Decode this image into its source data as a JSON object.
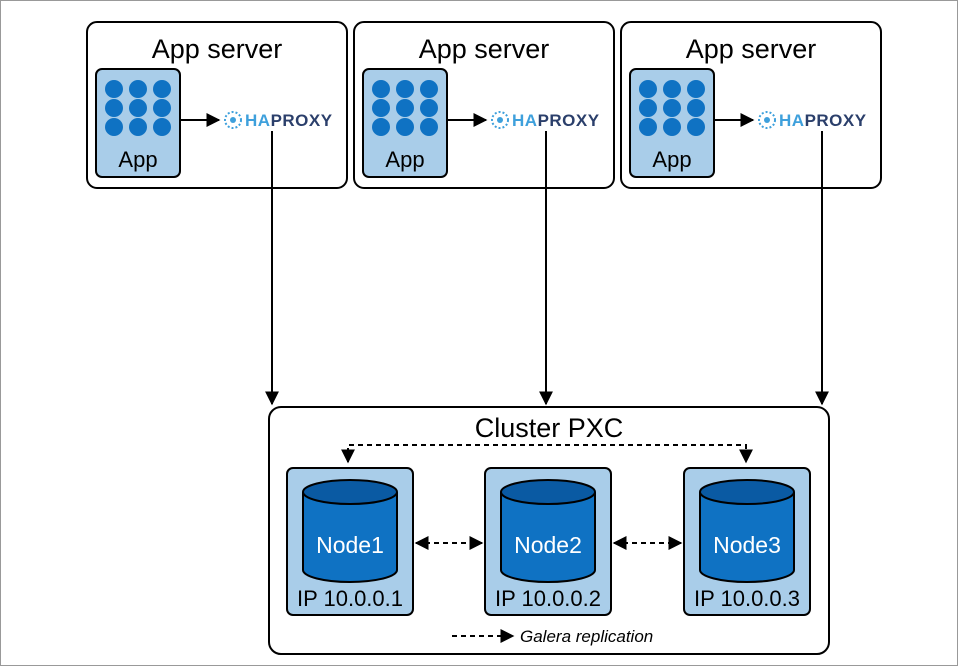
{
  "colors": {
    "box_fill": "#a9cde9",
    "dot": "#0f72c3",
    "cylinder": "#0f72c3",
    "cylinder_top": "#0a5aa3",
    "haproxy_ha": "#3ea0dc",
    "haproxy_proxy": "#2b3f6b",
    "line": "#000000"
  },
  "app_servers": [
    {
      "title": "App server",
      "app_label": "App",
      "proxy_ha": "HA",
      "proxy_rest": "PROXY",
      "app_icon": "app-grid-icon",
      "proxy_icon": "haproxy-logo-icon"
    },
    {
      "title": "App server",
      "app_label": "App",
      "proxy_ha": "HA",
      "proxy_rest": "PROXY",
      "app_icon": "app-grid-icon",
      "proxy_icon": "haproxy-logo-icon"
    },
    {
      "title": "App server",
      "app_label": "App",
      "proxy_ha": "HA",
      "proxy_rest": "PROXY",
      "app_icon": "app-grid-icon",
      "proxy_icon": "haproxy-logo-icon"
    }
  ],
  "cluster": {
    "title": "Cluster PXC",
    "nodes": [
      {
        "name": "Node1",
        "ip": "IP 10.0.0.1",
        "icon": "database-cylinder-icon"
      },
      {
        "name": "Node2",
        "ip": "IP 10.0.0.2",
        "icon": "database-cylinder-icon"
      },
      {
        "name": "Node3",
        "ip": "IP 10.0.0.3",
        "icon": "database-cylinder-icon"
      }
    ],
    "legend": "Galera replication"
  }
}
